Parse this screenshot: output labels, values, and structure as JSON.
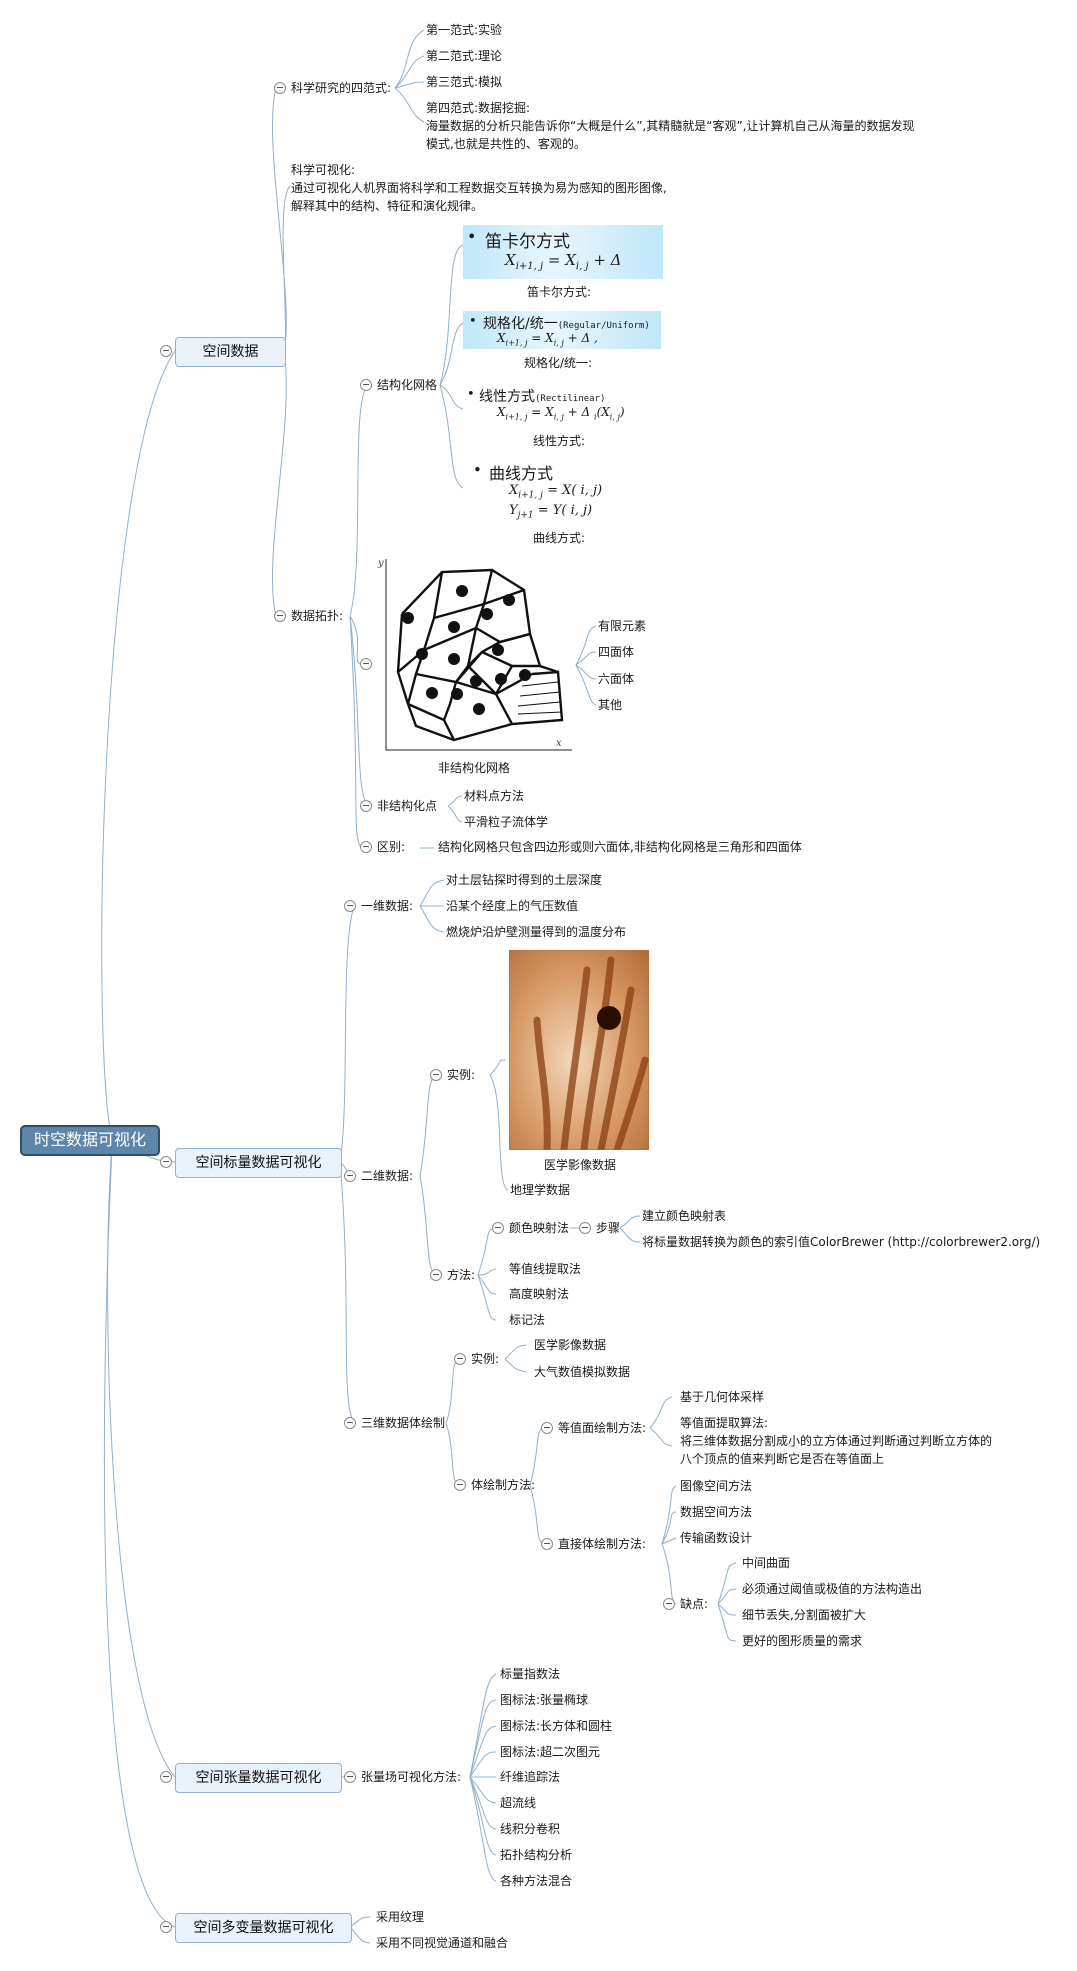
{
  "root": "时空数据可视化",
  "topics": {
    "spatial": "空间数据",
    "scalar": "空间标量数据可视化",
    "tensor": "空间张量数据可视化",
    "multivar": "空间多变量数据可视化"
  },
  "spatial": {
    "four_paradigms_label": "科学研究的四范式:",
    "paradigms": [
      "第一范式:实验",
      "第二范式:理论",
      "第三范式:模拟"
    ],
    "paradigm4_title": "第四范式:数据挖掘:",
    "paradigm4_line1": "海量数据的分析只能告诉你“大概是什么”,其精髓就是“客观”,让计算机自己从海量的数据发现",
    "paradigm4_line2": "模式,也就是共性的、客观的。",
    "sciviz_title": "科学可视化:",
    "sciviz_line1": "通过可视化人机界面将科学和工程数据交互转换为易为感知的图形图像,",
    "sciviz_line2": "解释其中的结构、特征和演化规律。",
    "topology_label": "数据拓扑:",
    "structured_label": "结构化网格",
    "f1_title": "笛卡尔方式",
    "f1_caption": "笛卡尔方式:",
    "f2_title": "规格化/统一",
    "f2_sub": "(Regular/Uniform)",
    "f2_caption": "规格化/统一:",
    "f3_title": "线性方式",
    "f3_sub": "(Rectilinear)",
    "f3_caption": "线性方式:",
    "f4_title": "曲线方式",
    "f4_caption": "曲线方式:",
    "unstructured_caption": "非结构化网格",
    "unstructured_items": [
      "有限元素",
      "四面体",
      "六面体",
      "其他"
    ],
    "unstructured_points_label": "非结构化点",
    "unstructured_points": [
      "材料点方法",
      "平滑粒子流体学"
    ],
    "diff_label": "区别:",
    "diff_text": "结构化网格只包含四边形或则六面体,非结构化网格是三角形和四面体"
  },
  "scalar": {
    "oned_label": "一维数据:",
    "oned_items": [
      "对土层钻探时得到的土层深度",
      "沿某个经度上的气压数值",
      "燃烧炉沿炉壁测量得到的温度分布"
    ],
    "twod_label": "二维数据:",
    "example_label": "实例:",
    "medical_caption": "医学影像数据",
    "geo": "地理学数据",
    "method_label": "方法:",
    "colormap_label": "颜色映射法",
    "steps_label": "步骤",
    "steps": [
      "建立颜色映射表",
      "将标量数据转换为颜色的索引值ColorBrewer (http://colorbrewer2.org/)"
    ],
    "methods_rest": [
      "等值线提取法",
      "高度映射法",
      "标记法"
    ],
    "threed_label": "三维数据体绘制",
    "threed_example_label": "实例:",
    "threed_examples": [
      "医学影像数据",
      "大气数值模拟数据"
    ],
    "render_label": "体绘制方法:",
    "iso_label": "等值面绘制方法:",
    "iso_geo": "基于几何体采样",
    "iso_algo_title": "等值面提取算法:",
    "iso_algo_line1": "将三维体数据分割成小的立方体通过判断通过判断立方体的",
    "iso_algo_line2": "八个顶点的值来判断它是否在等值面上",
    "direct_label": "直接体绘制方法:",
    "direct_items": [
      "图像空间方法",
      "数据空间方法",
      "传输函数设计"
    ],
    "defects_label": "缺点:",
    "defects": [
      "中间曲面",
      "必须通过阈值或极值的方法构造出",
      "细节丢失,分割面被扩大",
      "更好的图形质量的需求"
    ]
  },
  "tensor": {
    "label": "张量场可视化方法:",
    "items": [
      "标量指数法",
      "图标法:张量椭球",
      "图标法:长方体和圆柱",
      "图标法:超二次图元",
      "纤维追踪法",
      "超流线",
      "线积分卷积",
      "拓扑结构分析",
      "各种方法混合"
    ]
  },
  "multivar": {
    "items": [
      "采用纹理",
      "采用不同视觉通道和融合"
    ]
  },
  "colors": {
    "line": "#8fb0cc",
    "box_fill": "#e9f1f9",
    "box_border": "#8eb3d2",
    "root_fill": "#5d86a8",
    "root_border": "#2e4f6b"
  }
}
